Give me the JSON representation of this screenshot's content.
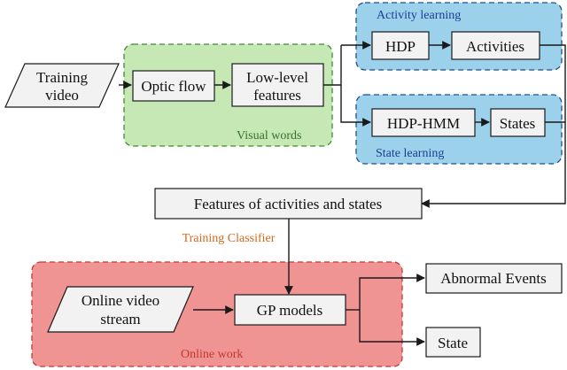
{
  "colors": {
    "activity_group": "#9cd1ec",
    "state_group": "#9cd1ec",
    "group_stroke": "#1f4e8a",
    "group_label": "#1a3f8f",
    "visual_group": "#c5e8b5",
    "visual_stroke": "#3f8a2f",
    "visual_label": "#3a6e2a",
    "online_group": "#f09393",
    "online_stroke": "#c0393b",
    "online_label": "#c0392b",
    "classifier_label": "#d2691e",
    "node_fill": "#f2f2f2"
  },
  "groups": {
    "activity_learning": "Activity learning",
    "state_learning": "State learning",
    "visual_words": "Visual words",
    "online_work": "Online work"
  },
  "nodes": {
    "training_video": [
      "Training",
      "video"
    ],
    "optic_flow": "Optic flow",
    "low_level_features": [
      "Low-level",
      "features"
    ],
    "hdp": "HDP",
    "activities": "Activities",
    "hdp_hmm": "HDP-HMM",
    "states": "States",
    "features_of_activities_and_states": "Features of activities and states",
    "online_video_stream": [
      "Online video",
      "stream"
    ],
    "gp_models": "GP models",
    "abnormal_events": "Abnormal Events",
    "state": "State"
  },
  "edge_labels": {
    "training_classifier": "Training Classifier"
  }
}
